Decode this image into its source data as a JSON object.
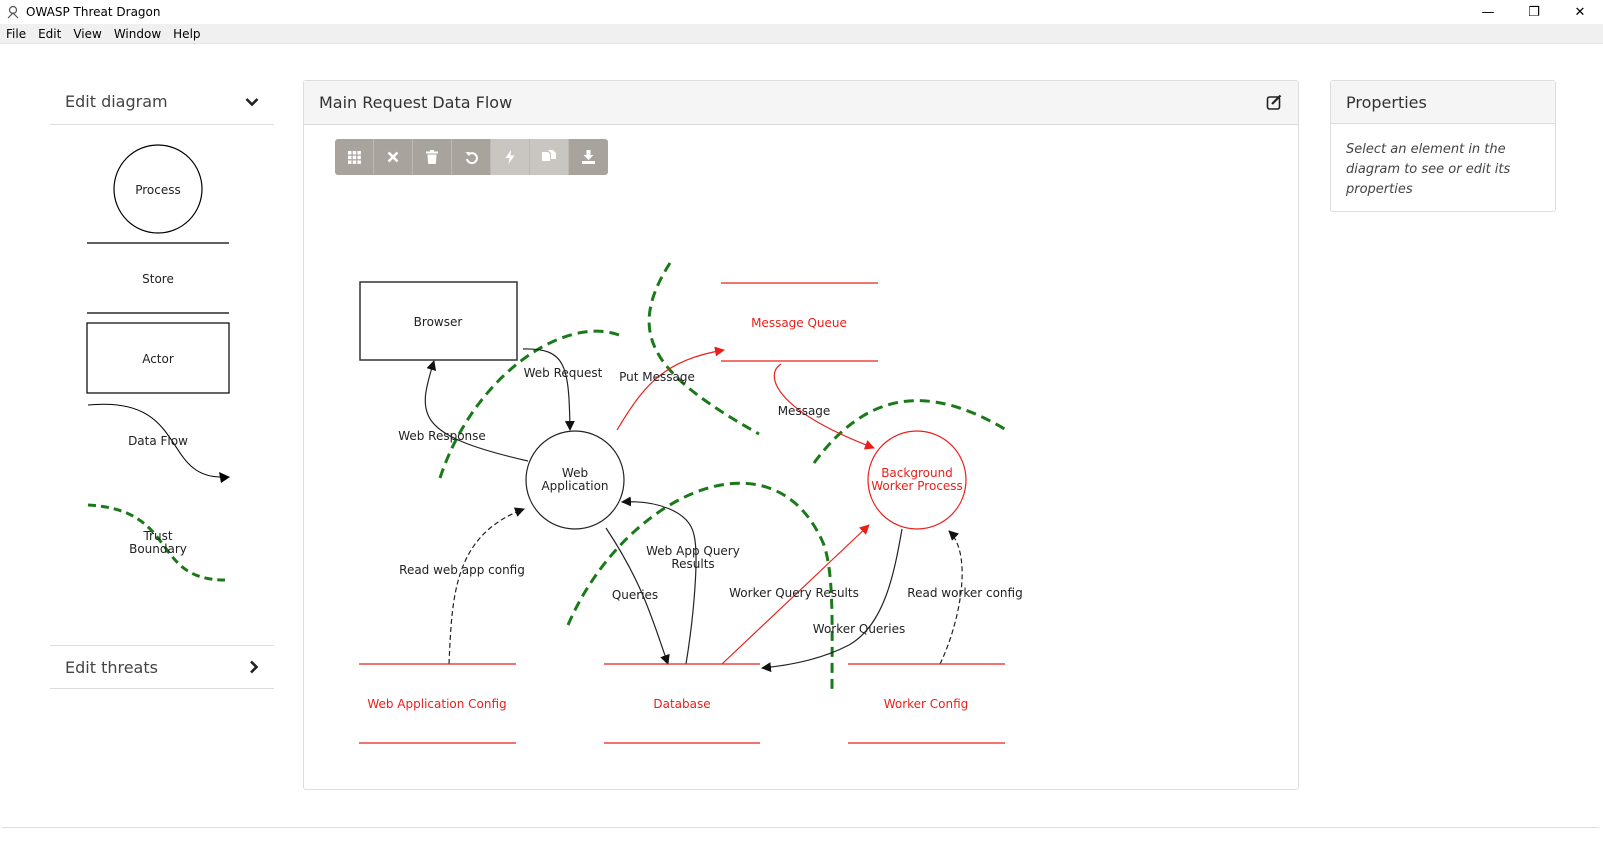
{
  "window": {
    "title": "OWASP Threat Dragon",
    "controls": {
      "minimize": "—",
      "restore": "❐",
      "close": "✕"
    }
  },
  "menu": [
    "File",
    "Edit",
    "View",
    "Window",
    "Help"
  ],
  "left_panel": {
    "edit_diagram_label": "Edit diagram",
    "edit_threats_label": "Edit threats",
    "stencil": {
      "process": "Process",
      "store": "Store",
      "actor": "Actor",
      "data_flow": "Data Flow",
      "trust_boundary_line1": "Trust",
      "trust_boundary_line2": "Boundary"
    }
  },
  "diagram": {
    "title": "Main Request Data Flow",
    "toolbar": [
      {
        "name": "grid",
        "disabled": false
      },
      {
        "name": "clear",
        "disabled": false
      },
      {
        "name": "delete",
        "disabled": false
      },
      {
        "name": "undo",
        "disabled": false
      },
      {
        "name": "flash",
        "disabled": true
      },
      {
        "name": "copy",
        "disabled": true
      },
      {
        "name": "download",
        "disabled": false
      }
    ],
    "nodes": {
      "browser": "Browser",
      "web_app_line1": "Web",
      "web_app_line2": "Application",
      "message_queue": "Message Queue",
      "bg_worker_line1": "Background",
      "bg_worker_line2": "Worker Process",
      "web_app_config": "Web Application Config",
      "database": "Database",
      "worker_config": "Worker Config"
    },
    "flows": {
      "web_request": "Web Request",
      "web_response": "Web Response",
      "put_message": "Put Message",
      "message": "Message",
      "read_web_app_config": "Read web app config",
      "queries": "Queries",
      "web_app_query_results_line1": "Web App Query",
      "web_app_query_results_line2": "Results",
      "worker_query_results": "Worker Query Results",
      "worker_queries": "Worker Queries",
      "read_worker_config": "Read worker config"
    }
  },
  "properties": {
    "title": "Properties",
    "hint": "Select an element in the diagram to see or edit its properties"
  },
  "colors": {
    "threat": "#e8201c",
    "boundary": "#1a7a1a",
    "normal": "#222222"
  }
}
